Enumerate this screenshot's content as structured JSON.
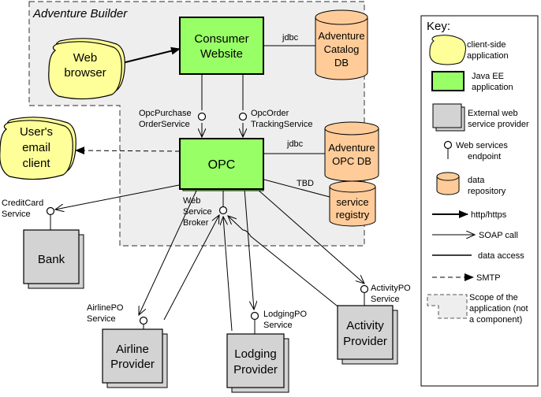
{
  "diagram": {
    "scope_title": "Adventure Builder",
    "nodes": {
      "web_browser": [
        "Web",
        "browser"
      ],
      "consumer_website": [
        "Consumer",
        "Website"
      ],
      "adventure_catalog_db": [
        "Adventure",
        "Catalog",
        "DB"
      ],
      "opc": [
        "OPC"
      ],
      "adventure_opc_db": [
        "Adventure",
        "OPC DB"
      ],
      "service_registry": [
        "service",
        "registry"
      ],
      "email_client": [
        "User's",
        "email",
        "client"
      ],
      "bank": [
        "Bank"
      ],
      "airline_provider": [
        "Airline",
        "Provider"
      ],
      "lodging_provider": [
        "Lodging",
        "Provider"
      ],
      "activity_provider": [
        "Activity",
        "Provider"
      ]
    },
    "labels": {
      "jdbc_catalog": "jdbc",
      "jdbc_opc": "jdbc",
      "tbd": "TBD",
      "opc_purchase": [
        "OpcPurchase",
        "OrderService"
      ],
      "opc_order_tracking": [
        "OpcOrder",
        "TrackingService"
      ],
      "credit_card": [
        "CreditCard",
        "Service"
      ],
      "web_service_broker": [
        "Web",
        "Service",
        "Broker"
      ],
      "airline_po": [
        "AirlinePO",
        "Service"
      ],
      "lodging_po": [
        "LodgingPO",
        "Service"
      ],
      "activity_po": [
        "ActivityPO",
        "Service"
      ]
    }
  },
  "key": {
    "title": "Key:",
    "items": [
      {
        "icon": "client-side-application-icon",
        "label": [
          "client-side",
          "application"
        ]
      },
      {
        "icon": "java-ee-application-icon",
        "label": [
          "Java EE",
          "application"
        ]
      },
      {
        "icon": "external-web-service-provider-icon",
        "label": [
          "External web",
          "service provider"
        ]
      },
      {
        "icon": "web-services-endpoint-icon",
        "label": [
          "Web services",
          "endpoint"
        ]
      },
      {
        "icon": "data-repository-icon",
        "label": [
          "data",
          "repository"
        ]
      },
      {
        "icon": "http-arrow-icon",
        "label": [
          "http/https"
        ]
      },
      {
        "icon": "soap-call-arrow-icon",
        "label": [
          "SOAP call"
        ]
      },
      {
        "icon": "data-access-line-icon",
        "label": [
          "data access"
        ]
      },
      {
        "icon": "smtp-arrow-icon",
        "label": [
          "SMTP"
        ]
      },
      {
        "icon": "scope-of-application-icon",
        "label": [
          "Scope of the",
          "application (not",
          "a component)"
        ]
      }
    ]
  },
  "colors": {
    "yellow": "#ffff99",
    "green": "#99ff66",
    "gray": "#d3d3d3",
    "orange": "#ffcc99",
    "scope_fill": "#eeeeee"
  }
}
